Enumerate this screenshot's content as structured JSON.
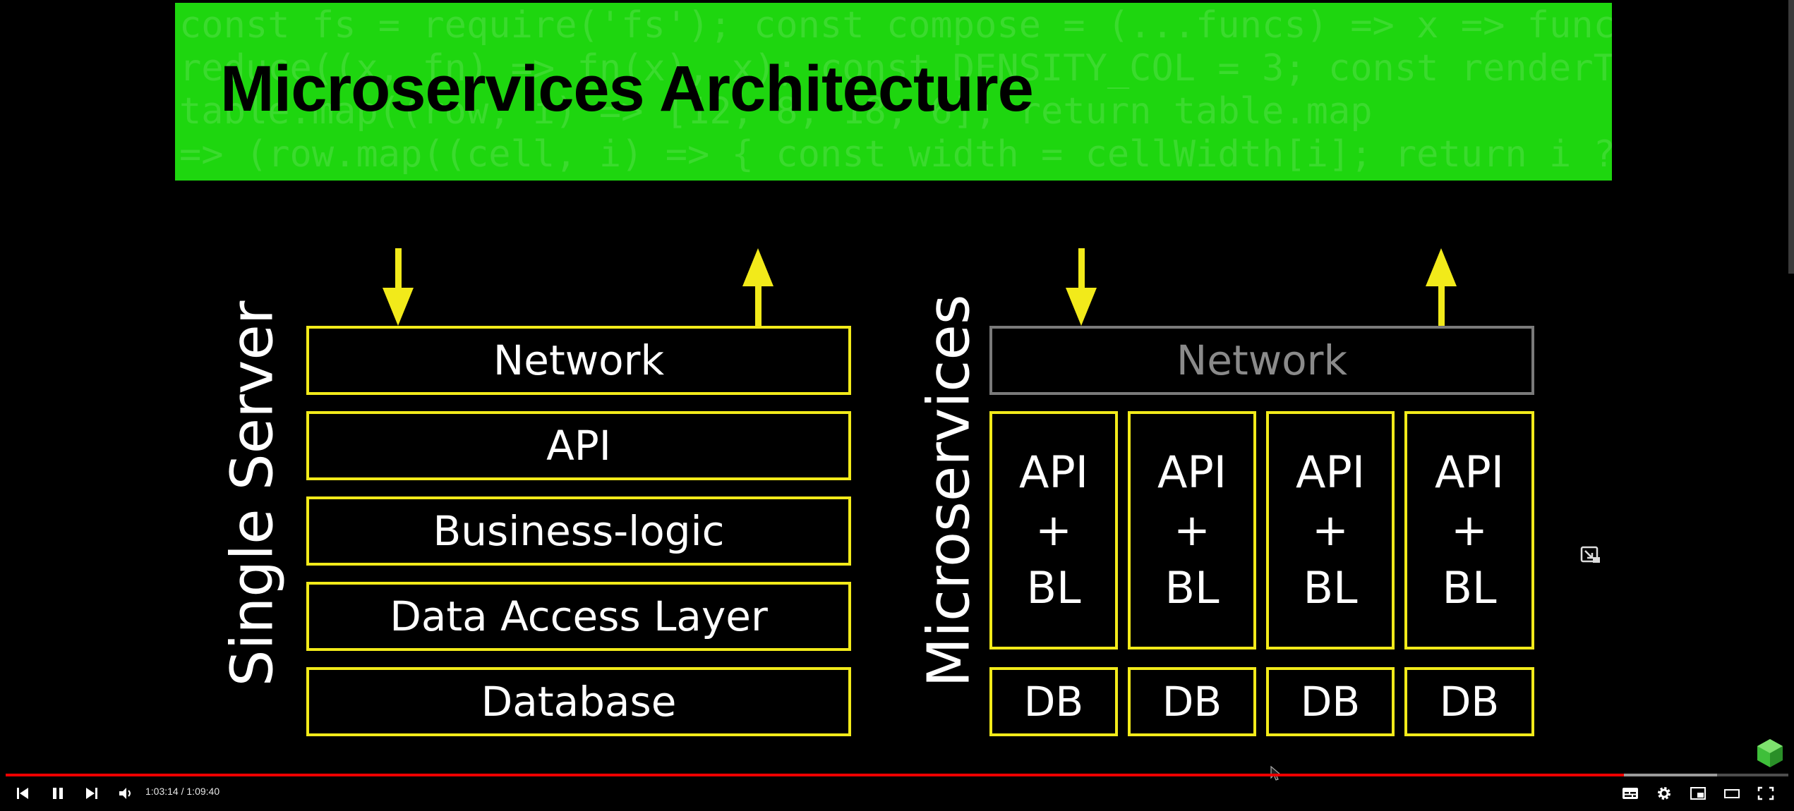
{
  "slide": {
    "title": "Microservices Architecture",
    "background_code": "const fs = require('fs'); const compose = (...funcs) => x => funcs\nreduce((x, fn) => fn(x), x); const DENSITY_COL = 3; const renderTab\ntable.map((row, i) => [12, 8, 18, 6]; return table.map\n=> (row.map((cell, i) => { const width = cellWidth[i]; return i ? c",
    "colors": {
      "banner": "#1ed60f",
      "box_border": "#f2ea1a",
      "inactive_border": "#7a7a7a",
      "arrow": "#f2ea1a"
    }
  },
  "single_server": {
    "label": "Single Server",
    "layers": [
      "Network",
      "API",
      "Business-logic",
      "Data Access Layer",
      "Database"
    ]
  },
  "microservices": {
    "label": "Microservices",
    "network": "Network",
    "services": [
      {
        "api": "API",
        "plus": "+",
        "bl": "BL",
        "db": "DB"
      },
      {
        "api": "API",
        "plus": "+",
        "bl": "BL",
        "db": "DB"
      },
      {
        "api": "API",
        "plus": "+",
        "bl": "BL",
        "db": "DB"
      },
      {
        "api": "API",
        "plus": "+",
        "bl": "BL",
        "db": "DB"
      }
    ]
  },
  "player": {
    "current_time": "1:03:14",
    "separator": " / ",
    "duration": "1:09:40",
    "progress": 0.9076,
    "buffered": 0.96,
    "icons": [
      "skip-previous-icon",
      "pause-icon",
      "skip-next-icon",
      "volume-icon",
      "subtitles-icon",
      "settings-icon",
      "miniplayer-icon",
      "theater-mode-icon",
      "fullscreen-icon"
    ],
    "progress_color": "#ee0000"
  }
}
